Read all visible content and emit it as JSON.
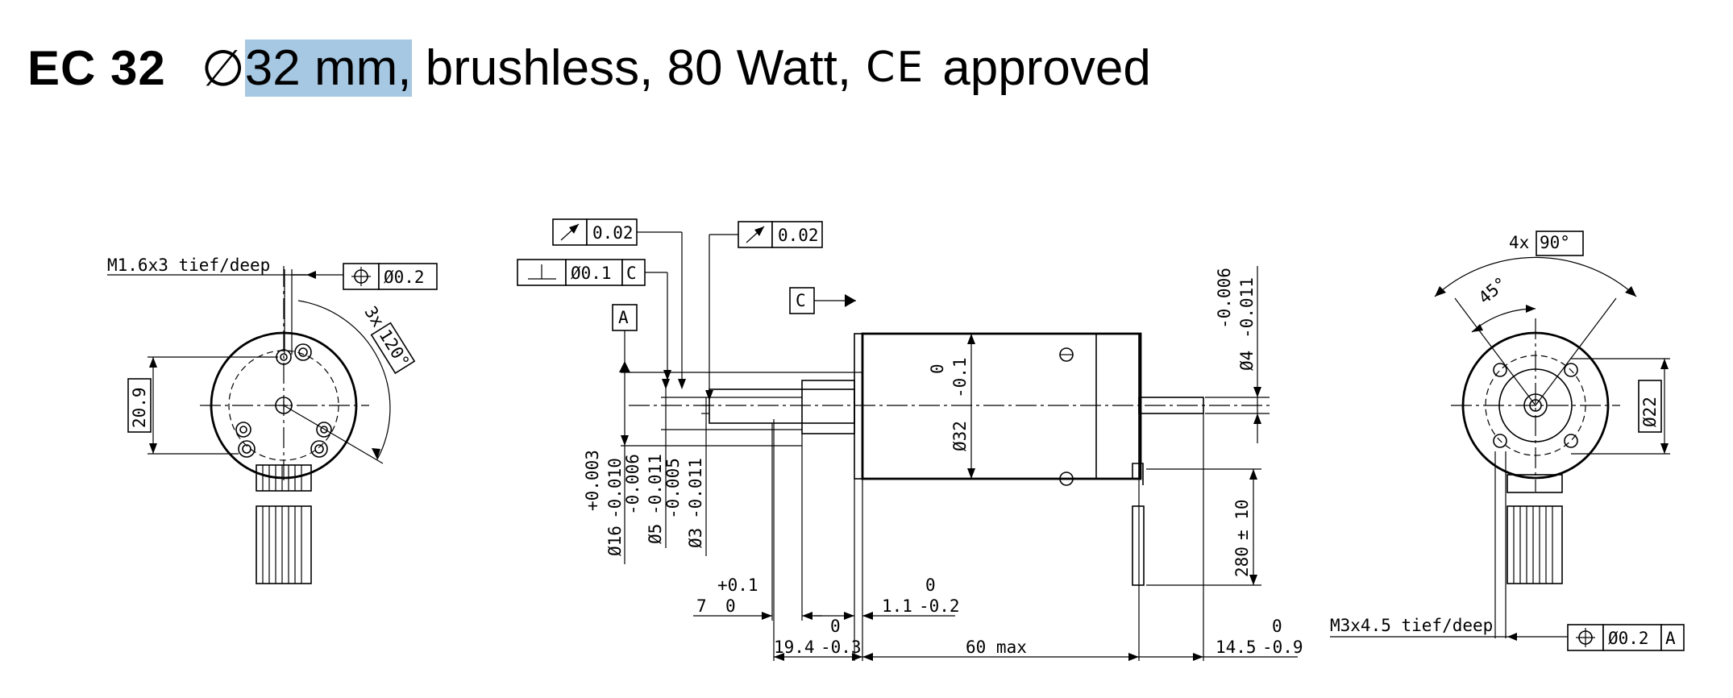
{
  "header": {
    "product": "EC 32",
    "diameter_symbol": "∅",
    "highlighted": "32 mm,",
    "description": " brushless, 80 Watt,",
    "ce_mark": "CE",
    "approved": "approved",
    "highlight_color": "#a6c8e3"
  },
  "left_view": {
    "thread_note": "M1.6x3 tief/deep",
    "position_tol": "Ø0.2",
    "angle_count": "3x",
    "angle": "120°",
    "bolt_dim": "20.9"
  },
  "side_view": {
    "runout_1": "0.02",
    "runout_2": "0.02",
    "perp_tol": "Ø0.1",
    "perp_ref": "C",
    "datum_a": "A",
    "datum_c": "C",
    "dia_16": "Ø16",
    "dia_16_tol_up": "+0.003",
    "dia_16_tol_lo": "-0.010",
    "dia_5": "Ø5",
    "dia_5_tol_up": "-0.006",
    "dia_5_tol_lo": "-0.011",
    "dia_3": "Ø3",
    "dia_3_tol_up": "-0.005",
    "dia_3_tol_lo": "-0.011",
    "body_dia": "Ø32",
    "body_tol_up": "0",
    "body_tol_lo": "-0.1",
    "shaft_dia": "Ø4",
    "shaft_tol_up": "-0.006",
    "shaft_tol_lo": "-0.011",
    "cable_len": "280",
    "cable_tol": "± 10",
    "len_7": "7",
    "len_7_up": "+0.1",
    "len_7_lo": "0",
    "len_19": "19.4",
    "len_19_up": "0",
    "len_19_lo": "-0.3",
    "len_1": "1.1",
    "len_1_up": "0",
    "len_1_lo": "-0.2",
    "len_60": "60 max",
    "len_14": "14.5",
    "len_14_up": "0",
    "len_14_lo": "-0.9"
  },
  "right_view": {
    "angle_count": "4x",
    "angle": "90°",
    "angle_45": "45°",
    "bolt_dim": "Ø22",
    "thread_note": "M3x4.5 tief/deep",
    "position_tol": "Ø0.2",
    "position_ref": "A"
  }
}
